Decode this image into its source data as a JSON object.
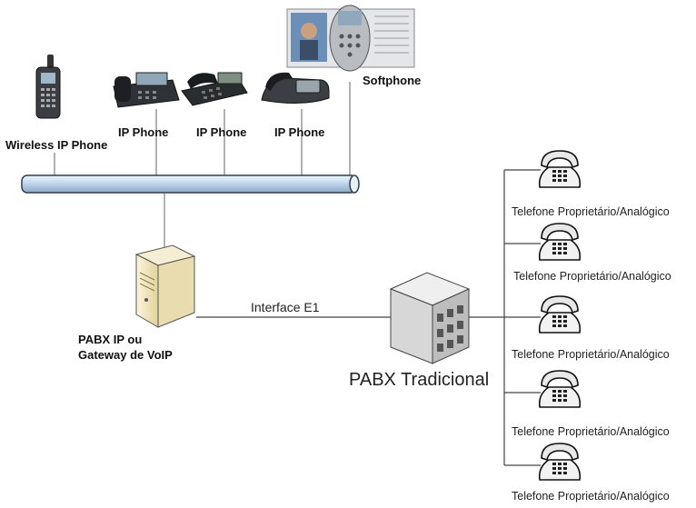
{
  "diagram": {
    "bus_label": "",
    "devices": {
      "wireless": "Wireless IP Phone",
      "ip_phone_1": "IP Phone",
      "ip_phone_2": "IP Phone",
      "ip_phone_3": "IP Phone",
      "softphone": "Softphone"
    },
    "pabx_ip": {
      "line1": "PABX IP ou",
      "line2": "Gateway de VoIP"
    },
    "link_label": "Interface E1",
    "pabx_trad": "PABX Tradicional",
    "analog_phones": [
      "Telefone Proprietário/Analógico",
      "Telefone Proprietário/Analógico",
      "Telefone Proprietário/Analógico",
      "Telefone Proprietário/Analógico",
      "Telefone Proprietário/Analógico"
    ],
    "colors": {
      "bus_fill": "#cfe0ef",
      "bus_stroke": "#2b3f55",
      "line": "#555555",
      "server": "#f3e9c6",
      "box": "#d9d9d9"
    }
  }
}
